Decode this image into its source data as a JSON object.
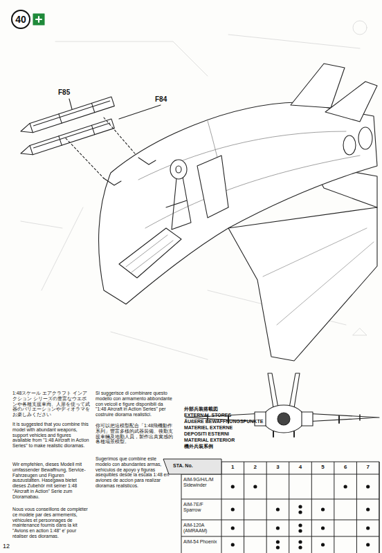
{
  "diagram": {
    "nodes": [
      {
        "text": [
          "40"
        ]
      }
    ],
    "labels": [
      "F85",
      "F84",
      "1:48スケール エアクラフト インアクション シリーズの豊富なウエポンや各種支援車両、人形を使って武器のバリエーションやディオラマをお楽しみください",
      "It is suggested that you combine this model with abundant weapons, support vehicles and figures available from \"1:48 Aircraft in Action Series\" to make realistic dioramas.",
      "Wir empfehlen, dieses Modell mit umfassender Bewaffnung, Service-Fahrzeugen und Figuren auszustatten. Hasegawa bietet dieses Zubehör mit seiner 1:48 \"Aircraft in Action\" Serie zum Dioramabau.",
      "Nous vous conseillons de compléter ce modèle par des armements, véhicules et personnages de maintenance fournis dans la kit \"Avions en action 1:48\" e' pour réaliser des dioramas.",
      "Si suggerisce di combinare questo modello con armamento abbondante con veicoli e figure disponibili da \"1:48 Aircraft in Action Series\" per costruire diorama realistici.",
      "你可以把這模型配合「1:48飛機動作系列」豐富多樣的武器裝備、後勤支援車輛及地勤人員，製作出真實感的各種場景模型。",
      "Sugerimos que combine este modelo con abundantes armas, vehículos de apoyo y figuras asequibles desde la escala 1:48 en aviones de accion para realizar dioramas realisticos.",
      "外部兵装搭載図",
      "EXTERNAL STORES",
      "ÄUßERE BEWAFFNUNGSPUNKTE",
      "MATERIEL EXTERNE",
      "DEPOSITI ESTERNI",
      "MATERIAL EXTERIOR",
      "機外兵裝系例",
      "STA. No.",
      "1",
      "2",
      "3",
      "4",
      "5",
      "6",
      "7",
      "AIM-9G/H/L/M Sidewinder",
      "AIM-7E/F Sparrow",
      "AIM-120A (AMRAAM)",
      "AIM-54 Phoenix",
      "12"
    ]
  }
}
